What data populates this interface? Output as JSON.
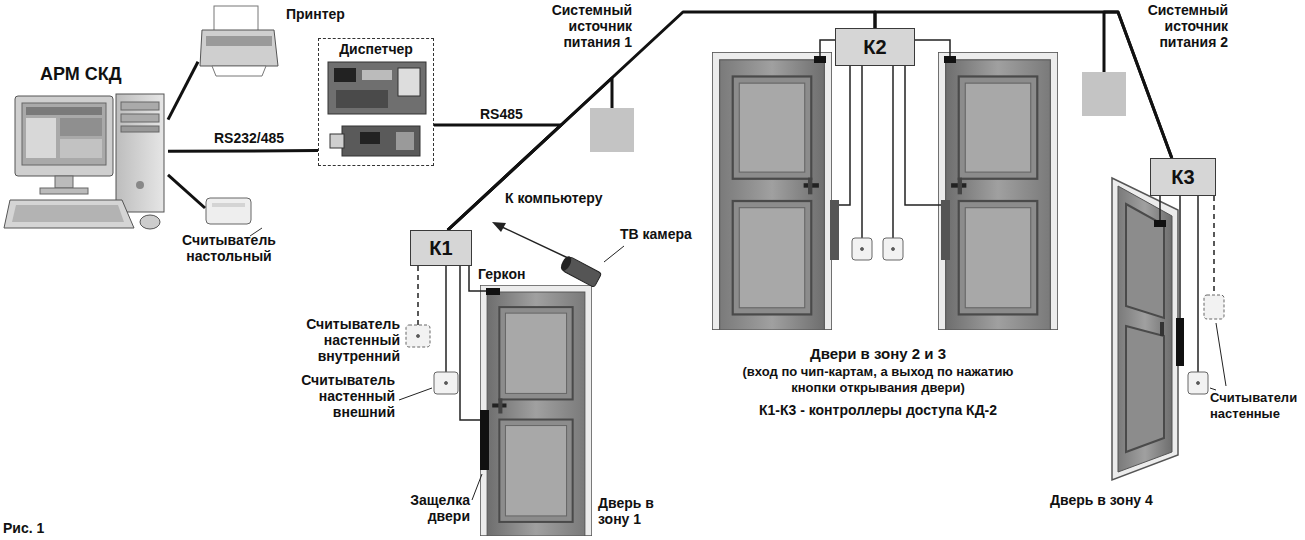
{
  "diagram": {
    "nodes": [
      {
        "text": [
          "АРМ СКД"
        ]
      },
      {
        "text": [
          "Принтер"
        ]
      },
      {
        "text": [
          "Считыватель настольный"
        ]
      },
      {
        "text": [
          "Диспетчер"
        ]
      },
      {
        "text": [
          "К1"
        ]
      },
      {
        "text": [
          "К2"
        ]
      },
      {
        "text": [
          "К3"
        ]
      },
      {
        "text": [
          "Системный источник питания 1"
        ]
      },
      {
        "text": [
          "Системный источник питания 2"
        ]
      }
    ],
    "edges": [
      {
        "from": 0,
        "to": 1,
        "arrow": "none"
      },
      {
        "from": 0,
        "to": 2,
        "arrow": "none"
      },
      {
        "from": 0,
        "to": 3,
        "label": "RS232/485",
        "arrow": "none"
      },
      {
        "from": 3,
        "to": 4,
        "label": "RS485",
        "arrow": "none"
      },
      {
        "from": 4,
        "to": 5,
        "arrow": "none"
      },
      {
        "from": 5,
        "to": 6,
        "arrow": "none"
      },
      {
        "from": 4,
        "to": 7,
        "arrow": "none"
      },
      {
        "from": 6,
        "to": 8,
        "arrow": "none"
      }
    ],
    "labels": [
      "ТВ камера",
      "К компьютеру",
      "Геркон",
      "Считыватель настенный внутренний",
      "Считыватель настенный внешний",
      "Защелка двери",
      "Дверь в зону 1",
      "Двери в зону 2 и 3",
      "(вход по чип-картам, а выход по нажатию кнопки открывания двери)",
      "К1-К3 - контроллеры доступа КД-2",
      "Считыватели настенные",
      "Дверь в зону 4",
      "Рис. 1"
    ]
  }
}
